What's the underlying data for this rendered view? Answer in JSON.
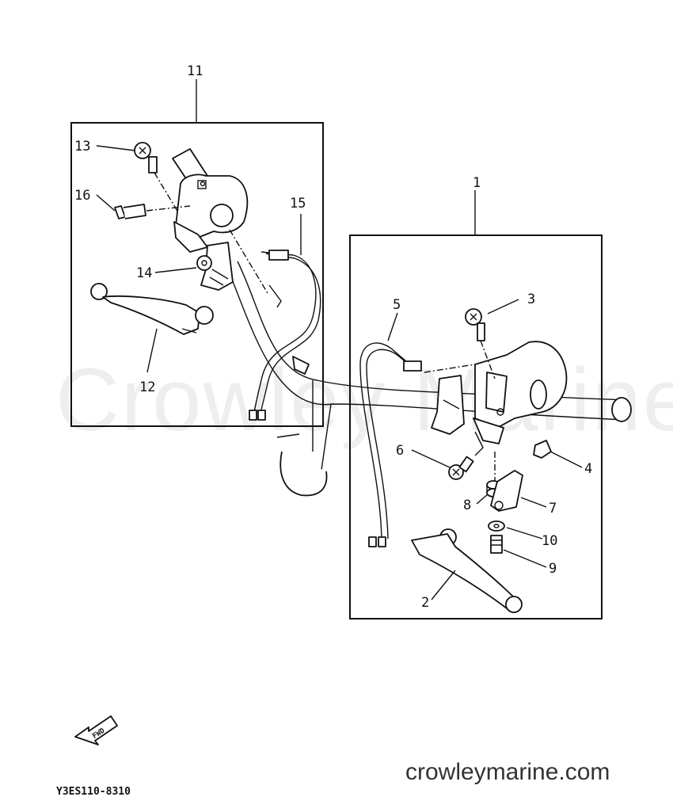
{
  "watermark": "Crowley Marine",
  "site": "crowleymarine.com",
  "diagram_code": "Y3ES110-8310",
  "fwd_label": "FWD",
  "callouts": [
    "11",
    "13",
    "16",
    "15",
    "14",
    "12",
    "1",
    "3",
    "5",
    "6",
    "4",
    "8",
    "7",
    "10",
    "9",
    "2"
  ]
}
